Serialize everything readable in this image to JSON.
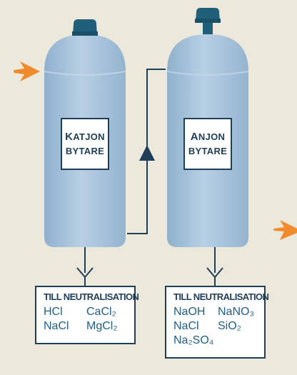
{
  "cation_label": {
    "first_letter": "K",
    "rest": "ATJON",
    "line2": "BYTARE"
  },
  "anion_label": {
    "first_letter": "A",
    "rest": "NJON",
    "line2": "BYTARE"
  },
  "left_waste": {
    "title": "TILL NEUTRALISATION",
    "chemicals": [
      "HCl",
      "CaCl₂",
      "NaCl",
      "MgCl₂"
    ]
  },
  "right_waste": {
    "title": "TILL NEUTRALISATION",
    "chemicals": [
      "NaOH",
      "NaNO₃",
      "NaCl",
      "SiO₂",
      "Na₂SO₄"
    ]
  },
  "colors": {
    "background": "#ece8dc",
    "tank": "#a9c4dd",
    "cap": "#1f5f7a",
    "line": "#1f3e57",
    "arrow": "#f08a2a"
  },
  "icons": [
    "inlet-arrow-icon",
    "outlet-arrow-icon",
    "flow-direction-arrow-icon",
    "drain-icon"
  ]
}
